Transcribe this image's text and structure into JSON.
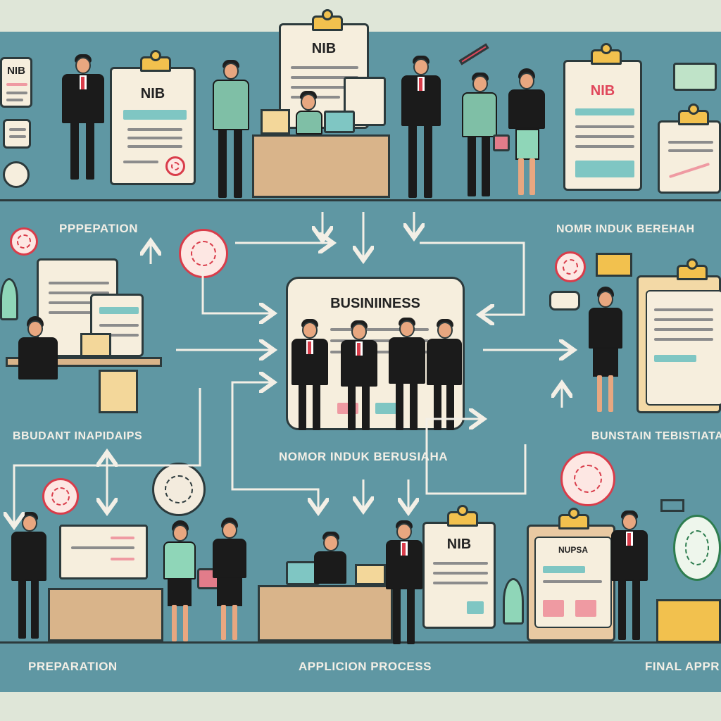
{
  "labels": {
    "nib_top_left_small": "NIB",
    "nib_board_1": "NIB",
    "nib_board_2": "NIB",
    "nib_board_3": "NIB",
    "nib_board_4": "NIB",
    "center_title": "BUSINIINESS",
    "center_caption": "NOMOR INDUK BERUSIAHA",
    "left_stage_1": "PPPEPATION",
    "right_stage_1": "NOMR INDUK BEREHAH",
    "left_stage_2": "BBUDANT INAPIDAIPS",
    "right_stage_2": "BUNSTAIN TEBISTIATA",
    "bottom_left": "PREPARATION",
    "bottom_center": "APPLICION PROCESS",
    "bottom_right": "FINAL APPR",
    "bottom_right_doc": "NUPSA"
  },
  "colors": {
    "board": "#5f97a3",
    "frame": "#dfe6d8",
    "paper": "#f6eedd",
    "seal_red": "#d93c4a",
    "clip_yellow": "#f2c14e",
    "desk": "#d9b48a",
    "suit": "#1b1b1b",
    "accent_teal": "#7fc6c3"
  },
  "icons": [
    "clipboard-icon",
    "seal-stamp-icon",
    "envelope-icon",
    "speech-bubble-icon",
    "monitor-icon",
    "laptop-icon",
    "briefcase-icon",
    "plant-icon",
    "box-icon",
    "arrow-icon",
    "pencil-icon",
    "chart-doc-icon"
  ]
}
